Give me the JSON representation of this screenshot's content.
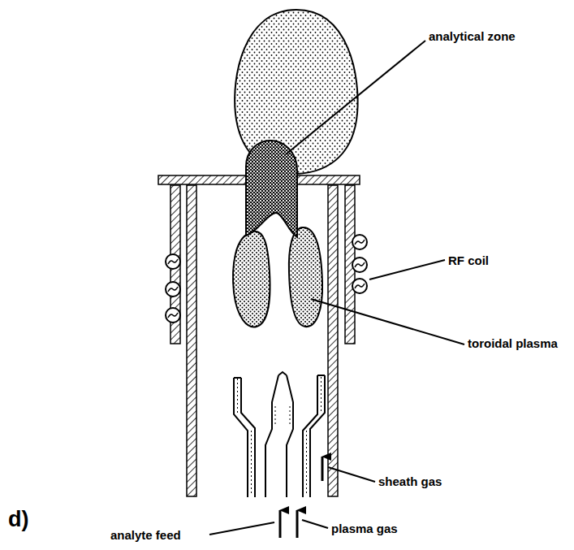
{
  "diagram": {
    "labels": [
      "analytical zone",
      "RF coil",
      "toroidal plasma",
      "sheath gas",
      "analyte feed",
      "plasma gas",
      "d)"
    ]
  }
}
